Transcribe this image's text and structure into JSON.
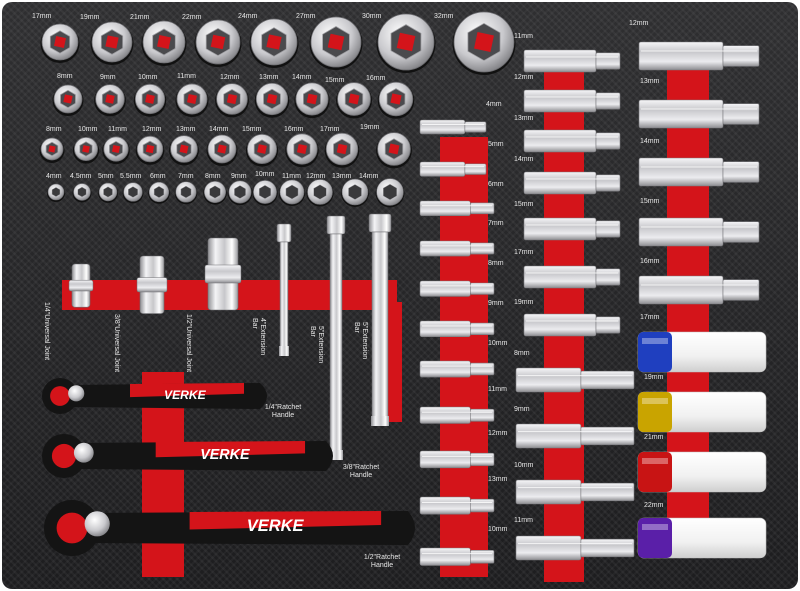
{
  "colors": {
    "foam": "#262628",
    "accent_red": "#d4141a",
    "chrome": "#d7d7d9",
    "impact_blue": "#1f3fbf",
    "impact_gold": "#c9a400",
    "impact_red": "#c81414",
    "impact_purple": "#5a1fa8"
  },
  "socket_rows": {
    "row1": [
      "17mm",
      "19mm",
      "21mm",
      "22mm",
      "24mm",
      "27mm",
      "30mm",
      "32mm"
    ],
    "row2": [
      "8mm",
      "9mm",
      "10mm",
      "11mm",
      "12mm",
      "13mm",
      "14mm",
      "15mm",
      "16mm"
    ],
    "row3": [
      "8mm",
      "10mm",
      "11mm",
      "12mm",
      "13mm",
      "14mm",
      "15mm",
      "16mm",
      "17mm",
      "19mm"
    ],
    "row4": [
      "4mm",
      "4.5mm",
      "5mm",
      "5.5mm",
      "6mm",
      "7mm",
      "8mm",
      "9mm",
      "10mm",
      "11mm",
      "12mm",
      "13mm",
      "14mm"
    ]
  },
  "columns": {
    "small_deep": [
      "4mm",
      "5mm",
      "6mm",
      "7mm",
      "8mm",
      "9mm",
      "10mm",
      "11mm",
      "12mm",
      "13mm",
      "10mm"
    ],
    "mid_upper": [
      "11mm",
      "12mm",
      "13mm",
      "14mm",
      "15mm",
      "17mm",
      "19mm"
    ],
    "mid_lower": [
      "8mm",
      "9mm",
      "10mm",
      "11mm"
    ],
    "right_long": [
      "12mm",
      "13mm",
      "14mm",
      "15mm",
      "16mm",
      "17mm"
    ],
    "impact": [
      "19mm",
      "21mm",
      "22mm"
    ]
  },
  "accessories": {
    "joint_quarter": "1/4\"Universal Joint",
    "joint_three_eighth": "3/8\"Universal Joint",
    "joint_half": "1/2\"Universal Joint",
    "ext_quarter": "4\"Extension Bar",
    "ext_three_eighth": "5\"Extension Bar",
    "ext_half": "5\"Extension Bar"
  },
  "ratchets": {
    "brand": "VERKE",
    "quarter": "1/4\"Ratchet Handle",
    "three_eighth": "3/8\"Ratchet Handle",
    "half": "1/2\"Ratchet Handle"
  }
}
